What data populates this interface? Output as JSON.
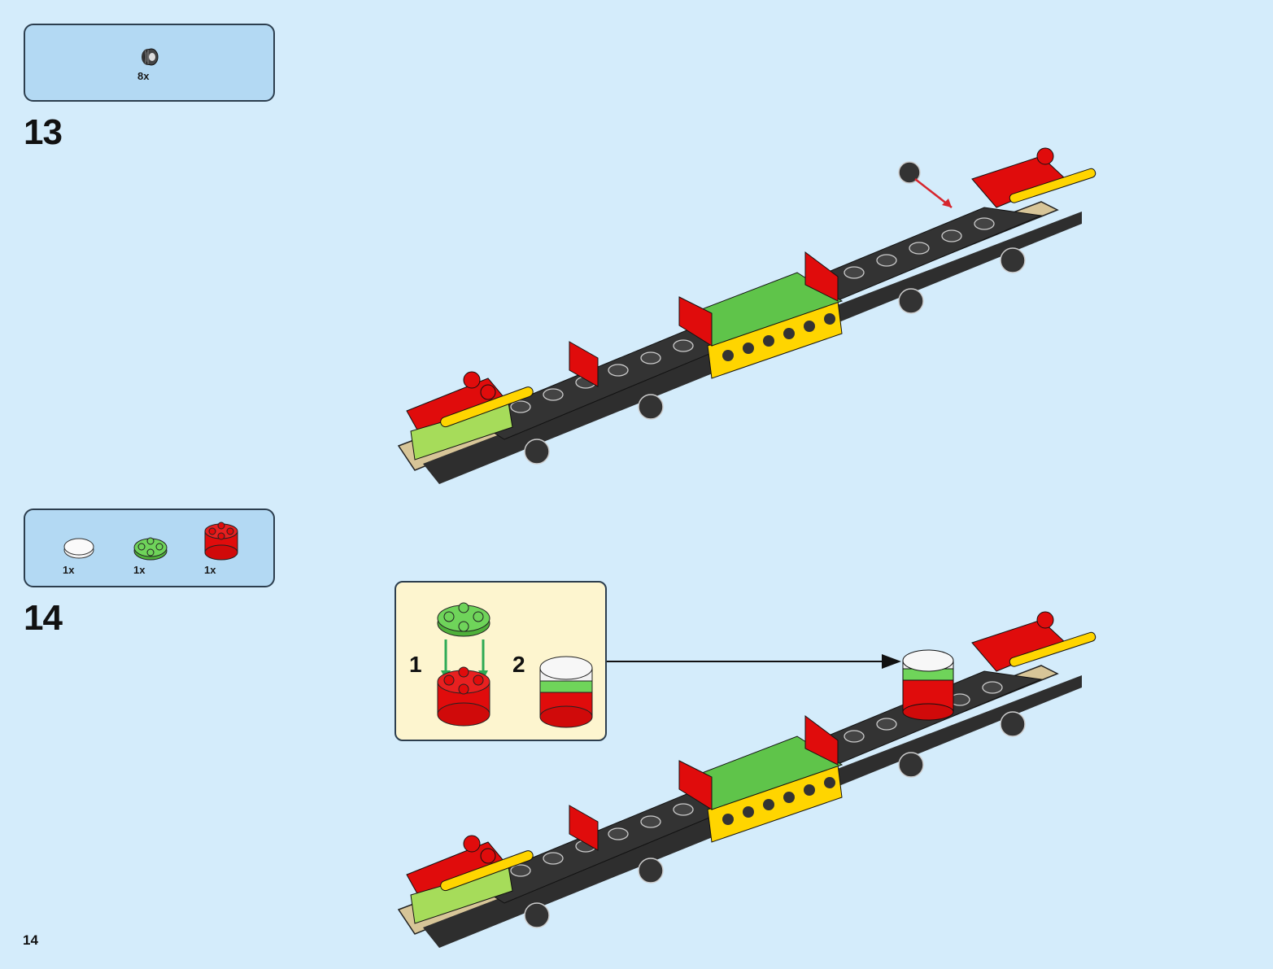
{
  "page_number": "14",
  "colors": {
    "background": "#d4ecfb",
    "parts_box": "#b3d9f3",
    "callout_box": "#fdf5cf",
    "brick_red": "#e00c0c",
    "brick_green": "#5fc44a",
    "brick_yellow": "#ffd500",
    "brick_black": "#333333",
    "brick_tan": "#d7c598",
    "brick_white": "#f2f2f2",
    "arrow_red": "#d6262e",
    "arrow_green": "#2eaa55"
  },
  "steps": [
    {
      "number": "13",
      "parts": [
        {
          "icon": "wheel-icon",
          "quantity": "8x"
        }
      ]
    },
    {
      "number": "14",
      "parts": [
        {
          "icon": "white-round-tile-icon",
          "quantity": "1x"
        },
        {
          "icon": "green-round-plate-icon",
          "quantity": "1x"
        },
        {
          "icon": "red-round-brick-icon",
          "quantity": "1x"
        }
      ],
      "sub_assembly": {
        "steps": [
          "1",
          "2"
        ]
      }
    }
  ]
}
